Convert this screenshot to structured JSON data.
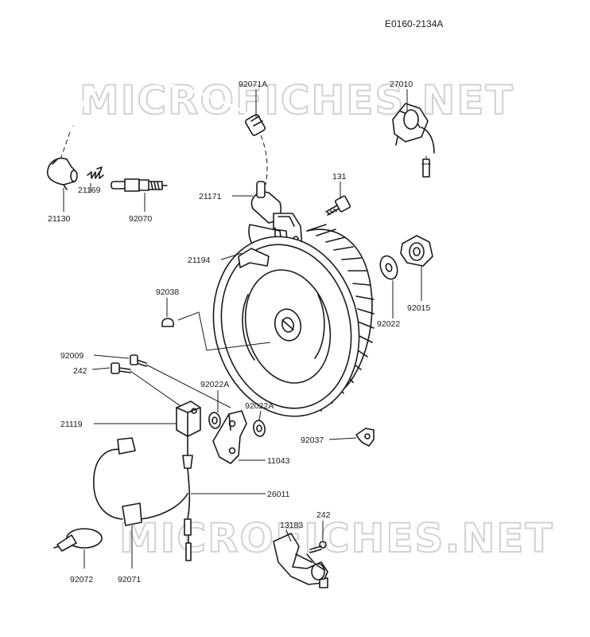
{
  "reference": "E0160-2134A",
  "watermark": "MICROFICHES.NET",
  "parts": [
    {
      "id": "p-92071A",
      "number": "92071A"
    },
    {
      "id": "p-27010",
      "number": "27010"
    },
    {
      "id": "p-131",
      "number": "131"
    },
    {
      "id": "p-21169",
      "number": "21169"
    },
    {
      "id": "p-21130",
      "number": "21130"
    },
    {
      "id": "p-92070",
      "number": "92070"
    },
    {
      "id": "p-21171",
      "number": "21171"
    },
    {
      "id": "p-21194",
      "number": "21194"
    },
    {
      "id": "p-92038",
      "number": "92038"
    },
    {
      "id": "p-92022",
      "number": "92022"
    },
    {
      "id": "p-92015",
      "number": "92015"
    },
    {
      "id": "p-92009",
      "number": "92009"
    },
    {
      "id": "p-242a",
      "number": "242"
    },
    {
      "id": "p-92022A-1",
      "number": "92022A"
    },
    {
      "id": "p-92022A-2",
      "number": "92022A"
    },
    {
      "id": "p-21119",
      "number": "21119"
    },
    {
      "id": "p-92037",
      "number": "92037"
    },
    {
      "id": "p-11043",
      "number": "11043"
    },
    {
      "id": "p-26011",
      "number": "26011"
    },
    {
      "id": "p-242b",
      "number": "242"
    },
    {
      "id": "p-13183",
      "number": "13183"
    },
    {
      "id": "p-92072",
      "number": "92072"
    },
    {
      "id": "p-92071",
      "number": "92071"
    }
  ]
}
